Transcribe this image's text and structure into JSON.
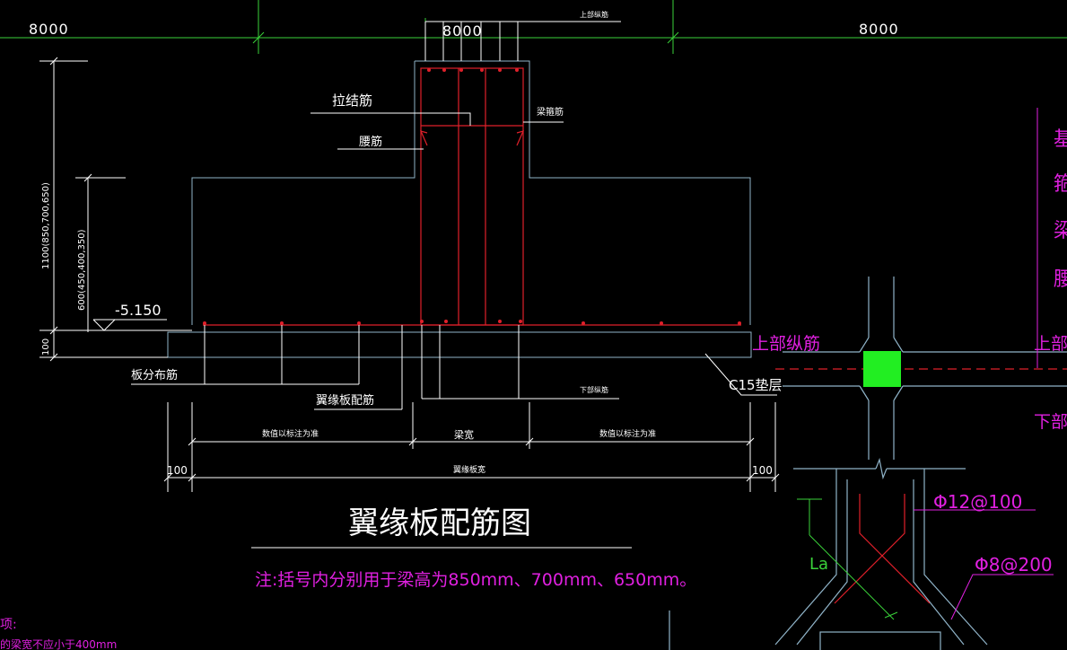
{
  "dimensions": {
    "left_span": "8000",
    "center_span": "8000",
    "right_span": "8000",
    "height_total": "1100(850,700,650)",
    "height_web": "600(450,400,350)",
    "height_bottom": "100",
    "elevation": "-5.150",
    "dim_left_wing": "数值以标注为准",
    "dim_beam_width": "梁宽",
    "dim_right_wing": "数值以标注为准",
    "dim_total_width": "翼缘板宽",
    "edge_left": "100",
    "edge_right": "100"
  },
  "labels": {
    "tie_bar": "拉结筋",
    "waist_bar": "腰筋",
    "stirrup": "梁箍筋",
    "top_rebar": "上部纵筋",
    "bottom_rebar": "下部纵筋",
    "slab_distribution": "板分布筋",
    "flange_rebar": "翼缘板配筋",
    "cushion": "C15垫层",
    "right_top_rebar": "上部纵筋",
    "right_stirrup_1": "Φ12@100",
    "right_stirrup_2": "Φ8@200",
    "la": "La"
  },
  "partial_text": {
    "right_col_1": "基",
    "right_col_2": "箍",
    "right_col_3": "梁",
    "right_col_4": "腰",
    "right_top": "上部",
    "right_bottom": "下部",
    "bottom_left_1": "项:",
    "bottom_left_2": "的梁宽不应小于400mm"
  },
  "title": "翼缘板配筋图",
  "note": "注:括号内分别用于梁高为850mm、700mm、650mm。",
  "colors": {
    "background": "#000000",
    "outline": "#8fb3c8",
    "rebar": "#e0202a",
    "text": "#ffffff",
    "annotation": "#e020e0",
    "axis": "#3ad23a",
    "column_fill": "#22ee22",
    "dim_line": "#ffffff"
  }
}
